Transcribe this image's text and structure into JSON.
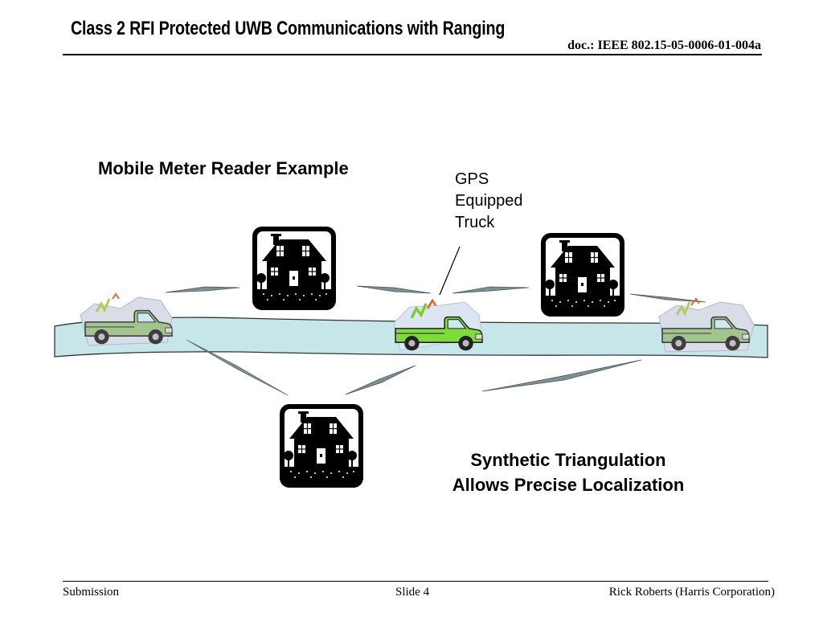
{
  "header": {
    "title": "Class 2 RFI Protected UWB Communications with Ranging",
    "doc_ref": "doc.: IEEE 802.15-05-0006-01-004a"
  },
  "slide": {
    "heading": "Mobile Meter Reader Example",
    "gps_label": [
      "GPS",
      "Equipped",
      "Truck"
    ],
    "conclusion": [
      "Synthetic Triangulation",
      "Allows Precise Localization"
    ]
  },
  "footer": {
    "left": "Submission",
    "center": "Slide 4",
    "right": "Rick Roberts (Harris Corporation)"
  },
  "colors": {
    "truck_green": "#7ddc3c",
    "faded_truck_green": "#9ac080",
    "road": "#c7e6ea",
    "house": "#000000"
  }
}
